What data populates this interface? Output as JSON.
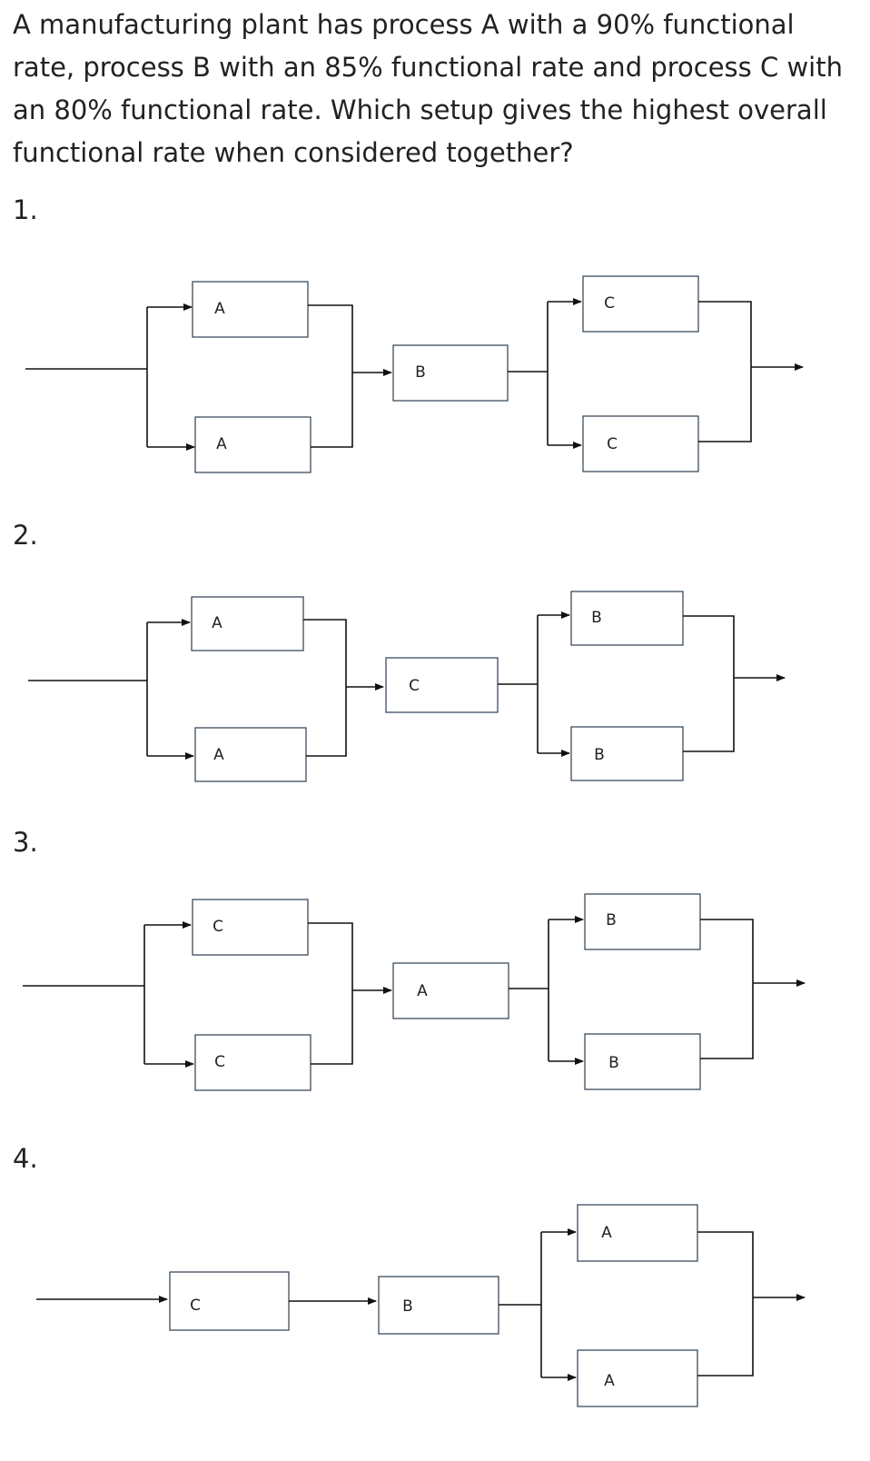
{
  "question": "A manufacturing plant has process A with a 90% functional rate, process B with an 85% functional rate and process  C with an 80% functional rate. Which setup gives the highest overall functional rate when considered together?",
  "options": [
    {
      "number": "1.",
      "first_stage": [
        "A",
        "A"
      ],
      "middle": "B",
      "last_stage": [
        "C",
        "C"
      ]
    },
    {
      "number": "2.",
      "first_stage": [
        "A",
        "A"
      ],
      "middle": "C",
      "last_stage": [
        "B",
        "B"
      ]
    },
    {
      "number": "3.",
      "first_stage": [
        "C",
        "C"
      ],
      "middle": "A",
      "last_stage": [
        "B",
        "B"
      ]
    },
    {
      "number": "4.",
      "first": "C",
      "middle": "B",
      "last_stage": [
        "A",
        "A"
      ]
    }
  ]
}
